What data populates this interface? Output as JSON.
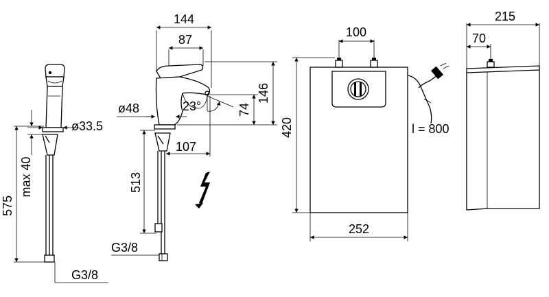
{
  "dimensions": {
    "faucet_front": {
      "diameter": "ø33.5",
      "max_height": "max 40",
      "total_height": "575",
      "connection": "G3/8"
    },
    "faucet_side": {
      "width_overall": "144",
      "width_spout": "87",
      "height_body": "146",
      "height_spout": "74",
      "angle": "23°",
      "base_diameter": "ø48",
      "reach": "107",
      "hose_length": "513",
      "connection": "G3/8"
    },
    "heater_front": {
      "connector_spacing": "100",
      "height": "420",
      "width": "252",
      "cable_length": "l = 800"
    },
    "heater_side": {
      "depth": "215",
      "connector_offset": "70"
    }
  },
  "symbols": [
    "lightning-icon"
  ]
}
